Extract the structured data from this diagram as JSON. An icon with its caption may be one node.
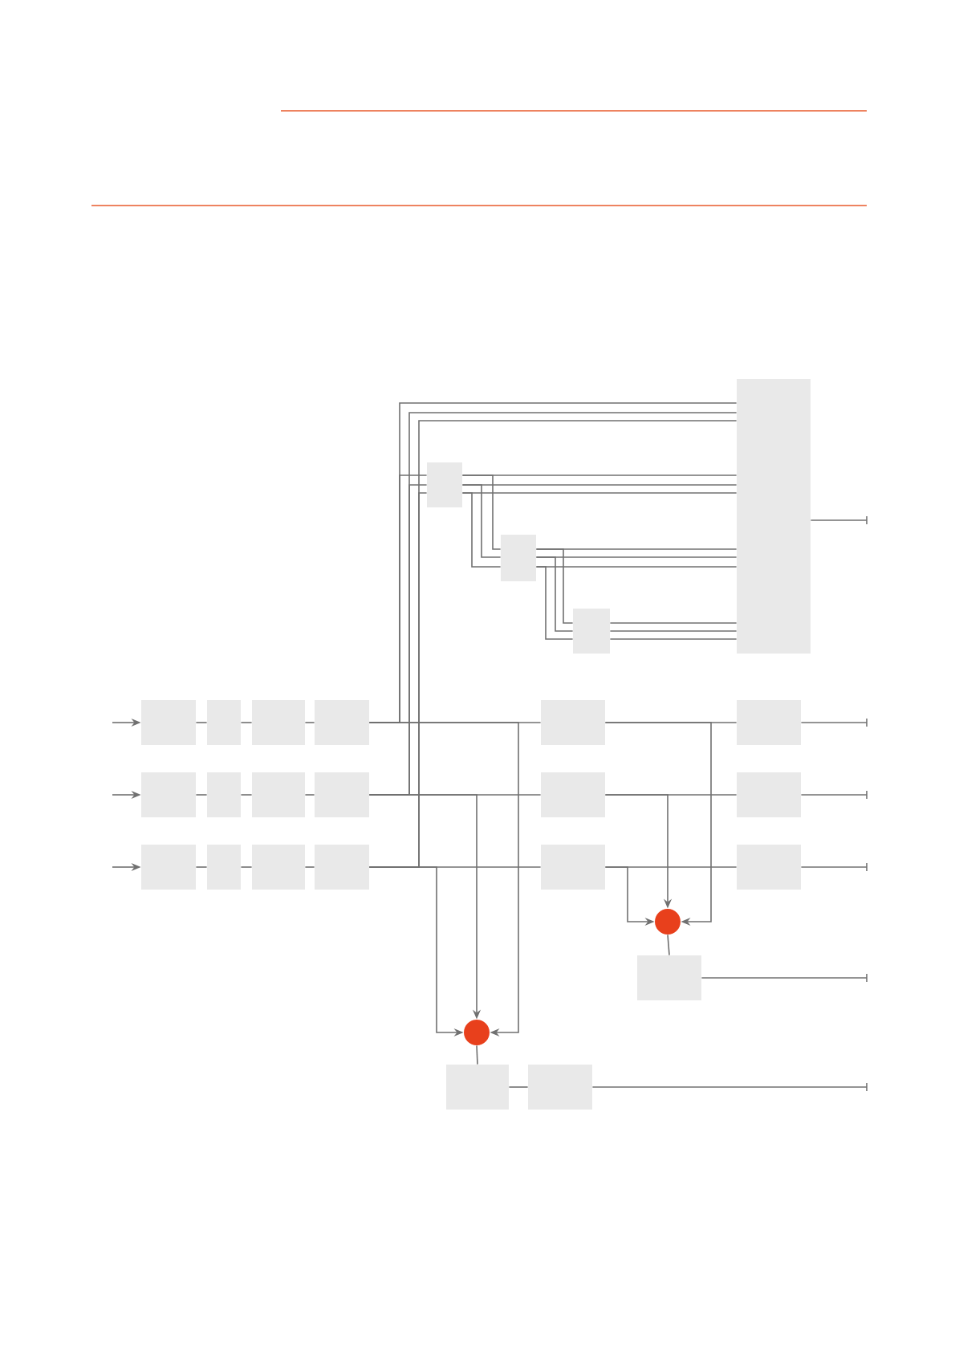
{
  "diagram": {
    "nodes": [
      {
        "text": [],
        "shape": "box"
      },
      {
        "text": [],
        "shape": "box"
      },
      {
        "text": [],
        "shape": "box"
      },
      {
        "text": [],
        "shape": "box"
      },
      {
        "text": [],
        "shape": "box"
      },
      {
        "text": [],
        "shape": "box"
      },
      {
        "text": [],
        "shape": "box"
      },
      {
        "text": [],
        "shape": "box"
      },
      {
        "text": [],
        "shape": "box"
      },
      {
        "text": [],
        "shape": "box"
      },
      {
        "text": [],
        "shape": "box"
      },
      {
        "text": [],
        "shape": "box"
      },
      {
        "text": [],
        "shape": "box"
      },
      {
        "text": [],
        "shape": "box"
      },
      {
        "text": [],
        "shape": "box"
      },
      {
        "text": [],
        "shape": "box"
      },
      {
        "text": [],
        "shape": "box"
      },
      {
        "text": [],
        "shape": "box"
      },
      {
        "text": [],
        "shape": "box"
      },
      {
        "text": [],
        "shape": "box"
      },
      {
        "text": [],
        "shape": "box"
      },
      {
        "text": [],
        "shape": "box"
      },
      {
        "text": [],
        "shape": "circle"
      },
      {
        "text": [],
        "shape": "box"
      },
      {
        "text": [],
        "shape": "circle"
      },
      {
        "text": [],
        "shape": "box"
      },
      {
        "text": [],
        "shape": "box"
      }
    ],
    "edges": [
      {
        "from": null,
        "to": 4,
        "arrow": "to"
      },
      {
        "from": null,
        "to": 10,
        "arrow": "to"
      },
      {
        "from": null,
        "to": 16,
        "arrow": "to"
      },
      {
        "from": 4,
        "to": 5,
        "arrow": "none"
      },
      {
        "from": 5,
        "to": 6,
        "arrow": "none"
      },
      {
        "from": 6,
        "to": 7,
        "arrow": "none"
      },
      {
        "from": 10,
        "to": 11,
        "arrow": "none"
      },
      {
        "from": 11,
        "to": 12,
        "arrow": "none"
      },
      {
        "from": 12,
        "to": 13,
        "arrow": "none"
      },
      {
        "from": 16,
        "to": 17,
        "arrow": "none"
      },
      {
        "from": 17,
        "to": 18,
        "arrow": "none"
      },
      {
        "from": 18,
        "to": 19,
        "arrow": "none"
      },
      {
        "from": 7,
        "to": 8,
        "arrow": "none"
      },
      {
        "from": 13,
        "to": 14,
        "arrow": "none"
      },
      {
        "from": 19,
        "to": 20,
        "arrow": "none"
      },
      {
        "from": 8,
        "to": 9,
        "arrow": "none"
      },
      {
        "from": 14,
        "to": 15,
        "arrow": "none"
      },
      {
        "from": 20,
        "to": 21,
        "arrow": "none"
      },
      {
        "from": 9,
        "to": null,
        "arrow": "none"
      },
      {
        "from": 15,
        "to": null,
        "arrow": "none"
      },
      {
        "from": 21,
        "to": null,
        "arrow": "none"
      },
      {
        "from": 7,
        "to": 0,
        "arrow": "none"
      },
      {
        "from": 13,
        "to": 0,
        "arrow": "none"
      },
      {
        "from": 19,
        "to": 0,
        "arrow": "none"
      },
      {
        "from": 7,
        "to": 1,
        "arrow": "none"
      },
      {
        "from": 13,
        "to": 1,
        "arrow": "none"
      },
      {
        "from": 19,
        "to": 1,
        "arrow": "none"
      },
      {
        "from": 1,
        "to": 0,
        "arrow": "none"
      },
      {
        "from": 1,
        "to": 0,
        "arrow": "none"
      },
      {
        "from": 1,
        "to": 0,
        "arrow": "none"
      },
      {
        "from": 1,
        "to": 2,
        "arrow": "none"
      },
      {
        "from": 1,
        "to": 2,
        "arrow": "none"
      },
      {
        "from": 1,
        "to": 2,
        "arrow": "none"
      },
      {
        "from": 2,
        "to": 0,
        "arrow": "none"
      },
      {
        "from": 2,
        "to": 0,
        "arrow": "none"
      },
      {
        "from": 2,
        "to": 0,
        "arrow": "none"
      },
      {
        "from": 2,
        "to": 3,
        "arrow": "none"
      },
      {
        "from": 2,
        "to": 3,
        "arrow": "none"
      },
      {
        "from": 2,
        "to": 3,
        "arrow": "none"
      },
      {
        "from": 3,
        "to": 0,
        "arrow": "none"
      },
      {
        "from": 3,
        "to": 0,
        "arrow": "none"
      },
      {
        "from": 3,
        "to": 0,
        "arrow": "none"
      },
      {
        "from": 0,
        "to": null,
        "arrow": "none"
      },
      {
        "from": 20,
        "to": 22,
        "arrow": "to"
      },
      {
        "from": 14,
        "to": 22,
        "arrow": "to"
      },
      {
        "from": 8,
        "to": 22,
        "arrow": "to"
      },
      {
        "from": 22,
        "to": 23,
        "arrow": "none"
      },
      {
        "from": 23,
        "to": null,
        "arrow": "none"
      },
      {
        "from": 19,
        "to": 24,
        "arrow": "to"
      },
      {
        "from": 13,
        "to": 24,
        "arrow": "to"
      },
      {
        "from": 7,
        "to": 24,
        "arrow": "to"
      },
      {
        "from": 24,
        "to": 25,
        "arrow": "none"
      },
      {
        "from": 25,
        "to": 26,
        "arrow": "none"
      },
      {
        "from": 26,
        "to": null,
        "arrow": "none"
      }
    ]
  }
}
